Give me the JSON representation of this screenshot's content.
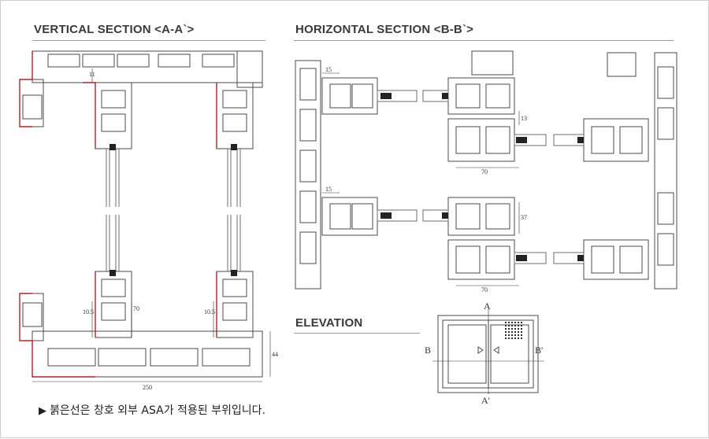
{
  "titles": {
    "vertical": "VERTICAL SECTION <A-A`>",
    "horizontal": "HORIZONTAL SECTION <B-B`>",
    "elevation": "ELEVATION"
  },
  "dimensions": {
    "v_11": "11",
    "v_10_5_left": "10.5",
    "v_10_5_right": "10.5",
    "v_70": "70",
    "v_44": "44",
    "v_250": "250",
    "h_15_top": "15",
    "h_13": "13",
    "h_70_top": "70",
    "h_15_bottom": "15",
    "h_37": "37",
    "h_70_bottom": "70"
  },
  "elevation_labels": {
    "a_top": "A",
    "a_bottom": "A'",
    "b_left": "B",
    "b_right": "B'"
  },
  "note": {
    "marker": "▶",
    "text": "붉은선은 창호 외부 ASA가 적용된 부위입니다."
  },
  "colors": {
    "frame_line": "#4a4a4a",
    "asa_red": "#b8202a",
    "glass": "#6d6d6d",
    "rule": "#9a9a9a"
  }
}
